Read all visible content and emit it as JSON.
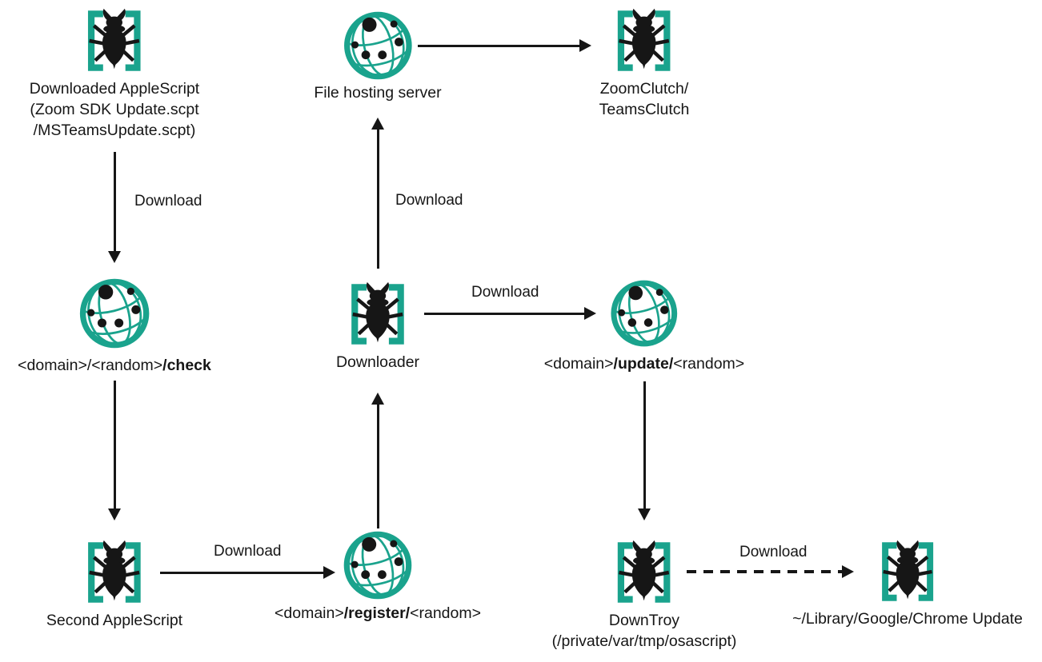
{
  "colors": {
    "accent": "#1aa38d",
    "ink": "#161616"
  },
  "icons": {
    "malware": "bug-in-brackets-icon",
    "server": "network-globe-icon"
  },
  "nodes": {
    "downloaded_applescript": {
      "line1": "Downloaded AppleScript",
      "line2": "(Zoom SDK Update.scpt",
      "line3": "/MSTeamsUpdate.scpt)"
    },
    "file_hosting_server": {
      "label": "File hosting server"
    },
    "zoomclutch": {
      "line1": "ZoomClutch/",
      "line2": "TeamsClutch"
    },
    "check_endpoint": {
      "pre": "<domain>/<random>",
      "bold": "/check",
      "post": ""
    },
    "downloader": {
      "label": "Downloader"
    },
    "update_endpoint": {
      "pre": "<domain>",
      "bold": "/update/",
      "post": "<random>"
    },
    "second_applescript": {
      "label": "Second AppleScript"
    },
    "register_endpoint": {
      "pre": "<domain>",
      "bold": "/register/",
      "post": "<random>"
    },
    "downtroy": {
      "line1": "DownTroy",
      "line2": "(/private/var/tmp/osascript)"
    },
    "chrome_update": {
      "label": "~/Library/Google/Chrome Update"
    }
  },
  "edges": {
    "applescript_to_check": {
      "label": "Download"
    },
    "downloader_to_filehosting": {
      "label": "Download"
    },
    "downloader_to_update": {
      "label": "Download"
    },
    "second_to_register": {
      "label": "Download"
    },
    "downtroy_to_chrome": {
      "label": "Download"
    }
  }
}
